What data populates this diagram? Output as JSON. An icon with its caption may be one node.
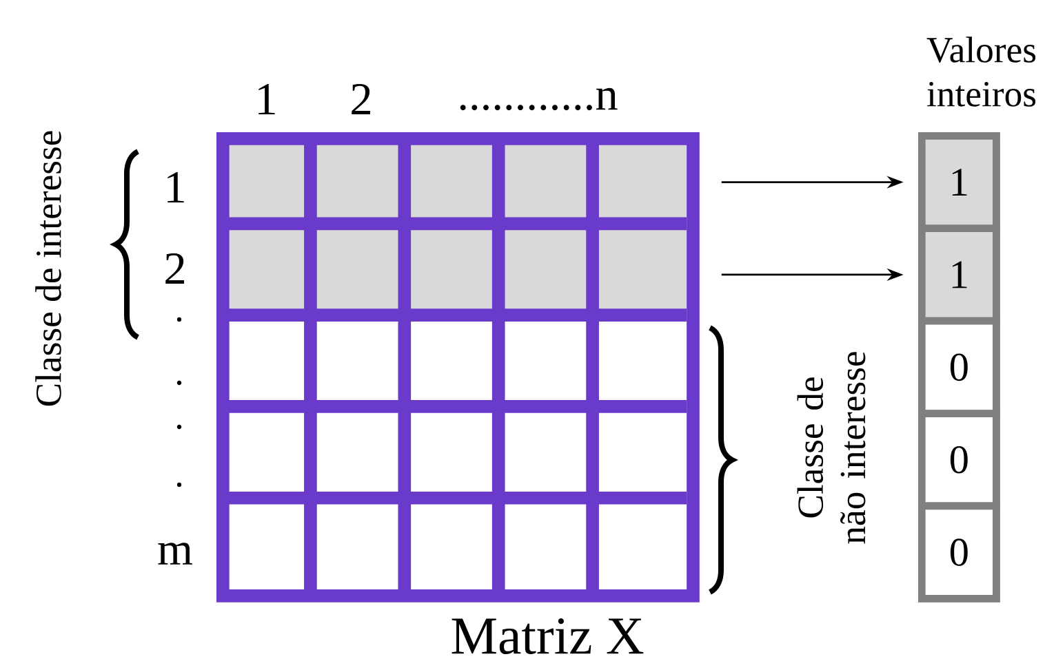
{
  "diagram": {
    "nodes": [
      {
        "text": [
          "Matriz X"
        ]
      },
      {
        "text": [
          "Valores inteiros"
        ]
      },
      {
        "text": [
          "1"
        ],
        "in": 1
      },
      {
        "text": [
          "1"
        ],
        "in": 1
      },
      {
        "text": [
          "0"
        ],
        "in": 1
      },
      {
        "text": [
          "0"
        ],
        "in": 1
      },
      {
        "text": [
          "0"
        ],
        "in": 1
      }
    ],
    "edges": [
      {
        "from": 0,
        "to": 2,
        "arrow": "to"
      },
      {
        "from": 0,
        "to": 3,
        "arrow": "to"
      }
    ],
    "labels": [
      "1",
      "2",
      "............n",
      "1",
      "2",
      "m",
      "Classe de interesse",
      "Classe de não interesse"
    ]
  }
}
